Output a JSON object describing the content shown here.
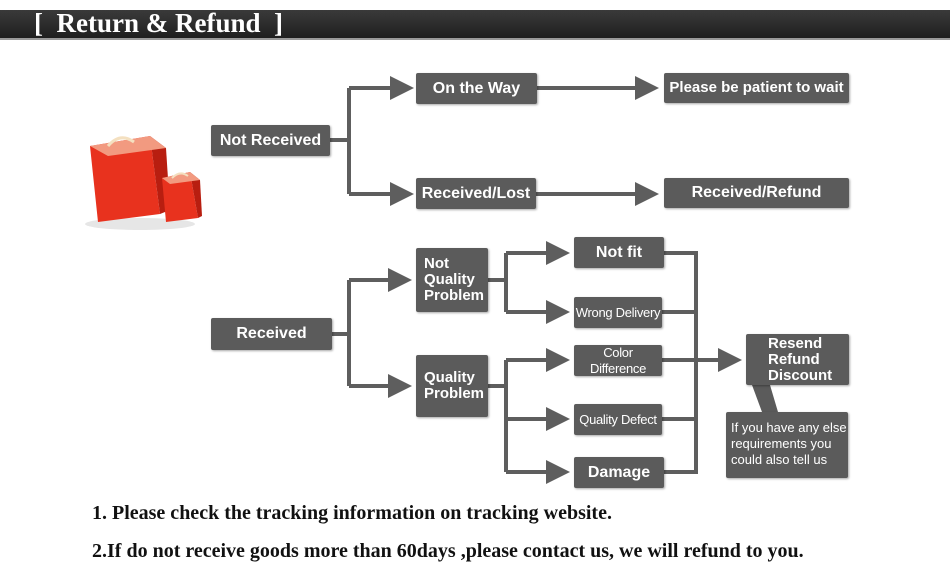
{
  "header": {
    "title": "[  Return & Refund  ]"
  },
  "colors": {
    "box": "#5b5b5b",
    "arrow": "#5e5e5e",
    "header": "#2a2a2a",
    "bag": "#e8321e"
  },
  "flow": {
    "not_received": "Not Received",
    "on_the_way": "On the Way",
    "be_patient": "Please be patient to wait",
    "received_lost": "Received/Lost",
    "received_refund": "Received/Refund",
    "received": "Received",
    "not_quality_problem": [
      "Not",
      "Quality",
      "Problem"
    ],
    "quality_problem": [
      "Quality",
      "Problem"
    ],
    "not_fit": "Not fit",
    "wrong_delivery": "Wrong Delivery",
    "color_difference": "Color Difference",
    "quality_defect": "Quality Defect",
    "damage": "Damage",
    "outcome": [
      "Resend",
      "Refund",
      "Discount"
    ],
    "note": [
      "If you have any else",
      "requirements you",
      "could also tell us"
    ]
  },
  "icons": {
    "shopping_bag": "shopping-bag-icon"
  },
  "instructions": [
    "1. Please check the tracking information on tracking website.",
    "2.If do not receive goods more than 60days ,please contact us, we will refund to you."
  ]
}
